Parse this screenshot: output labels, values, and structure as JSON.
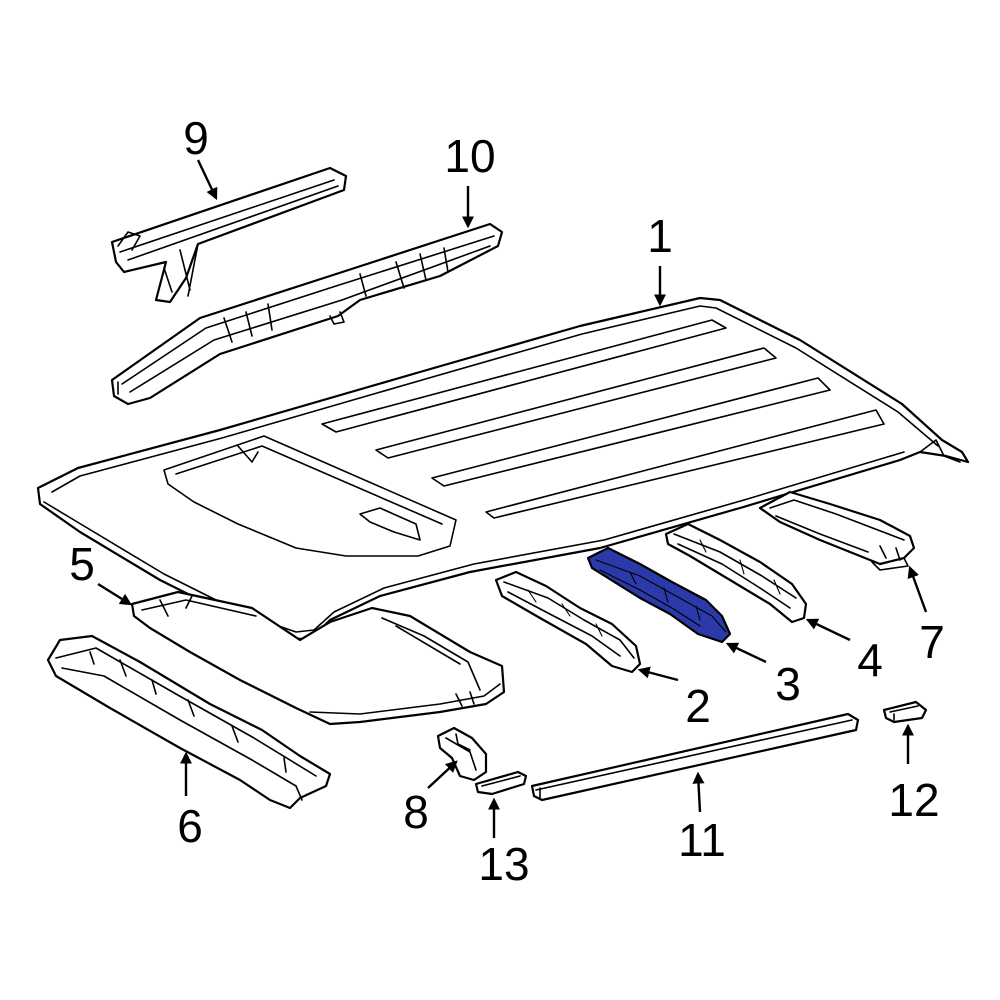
{
  "colors": {
    "line": "#000000",
    "background": "#ffffff",
    "highlight": "#2b3aa8"
  },
  "highlighted_part": "3",
  "callouts": [
    {
      "id": "c1",
      "label": "1"
    },
    {
      "id": "c2",
      "label": "2"
    },
    {
      "id": "c3",
      "label": "3"
    },
    {
      "id": "c4",
      "label": "4"
    },
    {
      "id": "c5",
      "label": "5"
    },
    {
      "id": "c6",
      "label": "6"
    },
    {
      "id": "c7",
      "label": "7"
    },
    {
      "id": "c8",
      "label": "8"
    },
    {
      "id": "c9",
      "label": "9"
    },
    {
      "id": "c10",
      "label": "10"
    },
    {
      "id": "c11",
      "label": "11"
    },
    {
      "id": "c12",
      "label": "12"
    },
    {
      "id": "c13",
      "label": "13"
    }
  ]
}
